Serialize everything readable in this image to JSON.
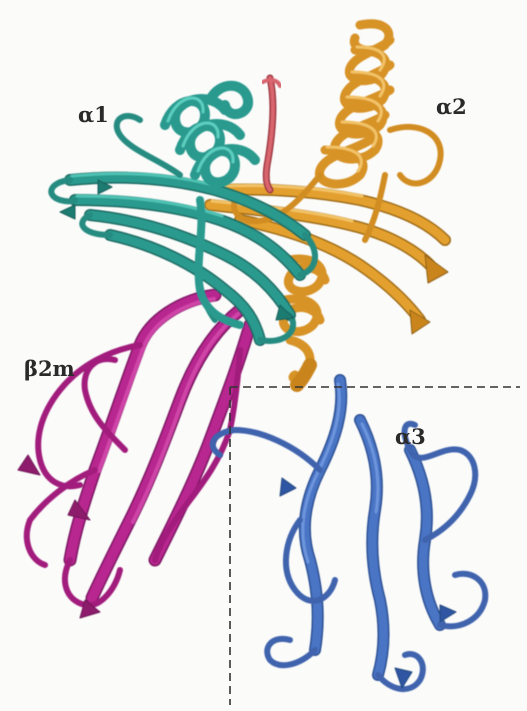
{
  "labels": {
    "alpha1": "α1",
    "alpha2": "α2",
    "beta2m": "β2m",
    "alpha3": "α3"
  },
  "colors": {
    "alpha1_domain": "#2a9a8e",
    "alpha2_domain": "#e3a02e",
    "peptide": "#d9656e",
    "beta2m_domain": "#b8258f",
    "alpha3_domain": "#4a74c4",
    "region_box": "#333333"
  }
}
